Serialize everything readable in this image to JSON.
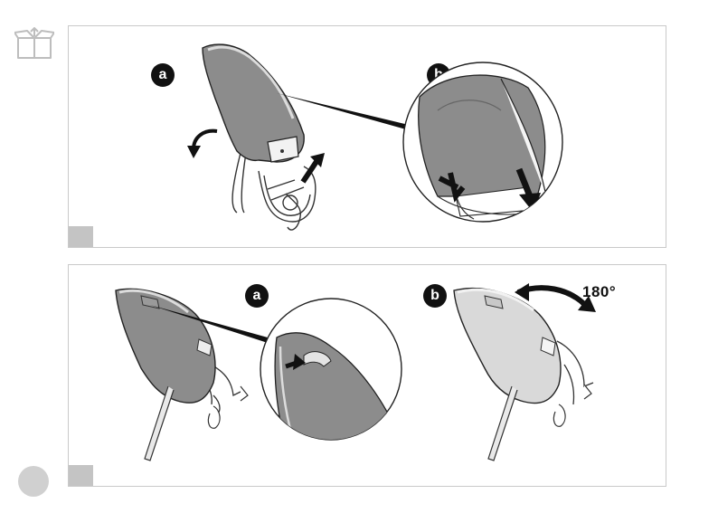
{
  "panel_1": {
    "label_a": "a",
    "label_b": "b"
  },
  "panel_2": {
    "label_a": "a",
    "label_b": "b",
    "rotation": "180°"
  },
  "icons": [
    "open-box-icon",
    "rotate-arrow-icon",
    "push-arrow-icon"
  ]
}
